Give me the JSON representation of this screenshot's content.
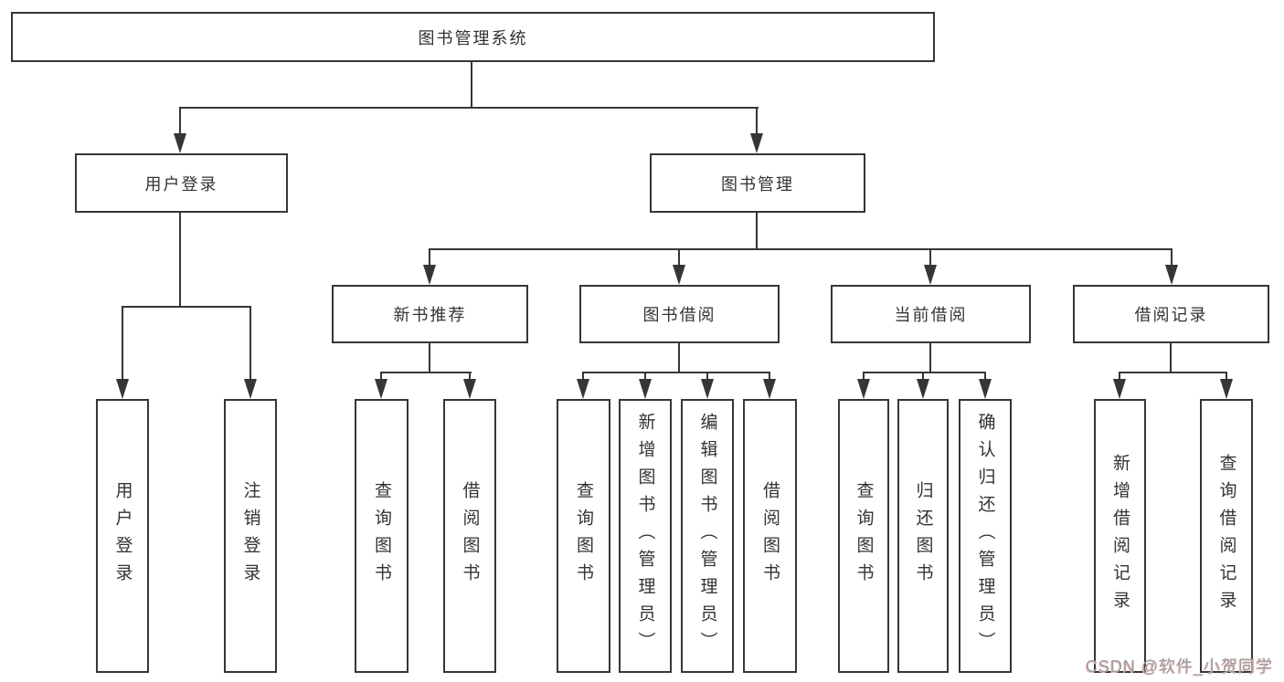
{
  "colors": {
    "line": "#363636",
    "text": "#333333",
    "background": "#ffffff",
    "watermark_gray": "#9e9e9e",
    "watermark_red_fringe": "#e5b8b4"
  },
  "diagram": {
    "root": "图书管理系统",
    "level2": [
      "用户登录",
      "图书管理"
    ],
    "level3": [
      "新书推荐",
      "图书借阅",
      "当前借阅",
      "借阅记录"
    ],
    "leaves": {
      "user_login": [
        "用户登录",
        "注销登录"
      ],
      "new_book": [
        "查询图书",
        "借阅图书"
      ],
      "book_borrow": [
        "查询图书",
        "新增图书（管理员）",
        "编辑图书（管理员）",
        "借阅图书"
      ],
      "current_borrow": [
        "查询图书",
        "归还图书",
        "确认归还（管理员）"
      ],
      "borrow_record": [
        "新增借阅记录",
        "查询借阅记录"
      ]
    }
  },
  "watermark": "CSDN @软件_小贺同学"
}
